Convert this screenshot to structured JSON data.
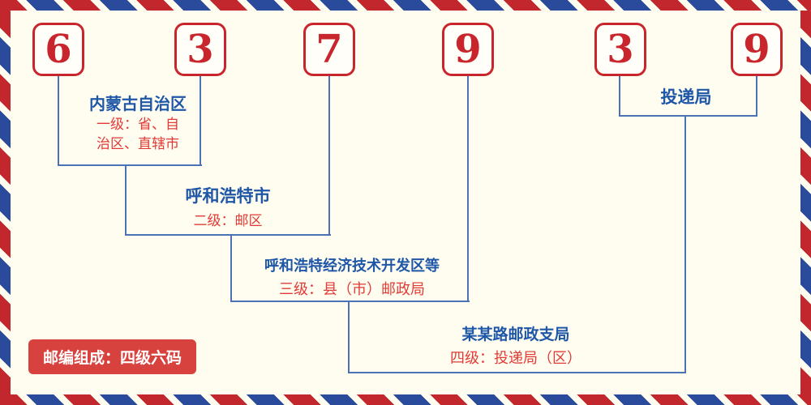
{
  "postal_code": {
    "value": "637939",
    "digits": [
      "6",
      "3",
      "7",
      "9",
      "3",
      "9"
    ]
  },
  "levels": [
    {
      "name": "内蒙古自治区",
      "desc_lines": [
        "一级：省、自",
        "治区、直辖市"
      ]
    },
    {
      "name": "呼和浩特市",
      "desc": "二级：邮区"
    },
    {
      "name": "呼和浩特经济技术开发区等",
      "desc": "三级：县（市）邮政局"
    },
    {
      "name": "某某路邮政支局",
      "desc": "四级：投递局（区）"
    }
  ],
  "delivery_label": "投递局",
  "footer_badge": "邮编组成：四级六码",
  "colors": {
    "digit_red": "#c9252c",
    "label_blue": "#1f57a8",
    "desc_red": "#e23a36",
    "line_blue": "#4a72b4",
    "badge_bg": "#d8423e",
    "stripe_red": "#c1272d",
    "stripe_blue": "#2a4b9b",
    "background": "#fffdf0"
  }
}
